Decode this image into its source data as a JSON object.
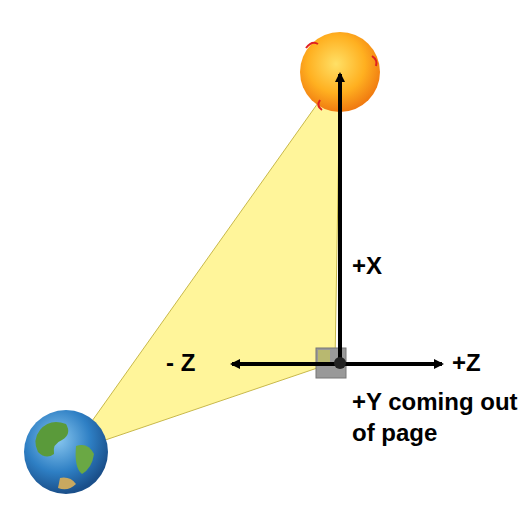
{
  "diagram": {
    "labels": [
      "+X",
      "- Z",
      "+Z",
      "+Y coming out of page"
    ]
  }
}
